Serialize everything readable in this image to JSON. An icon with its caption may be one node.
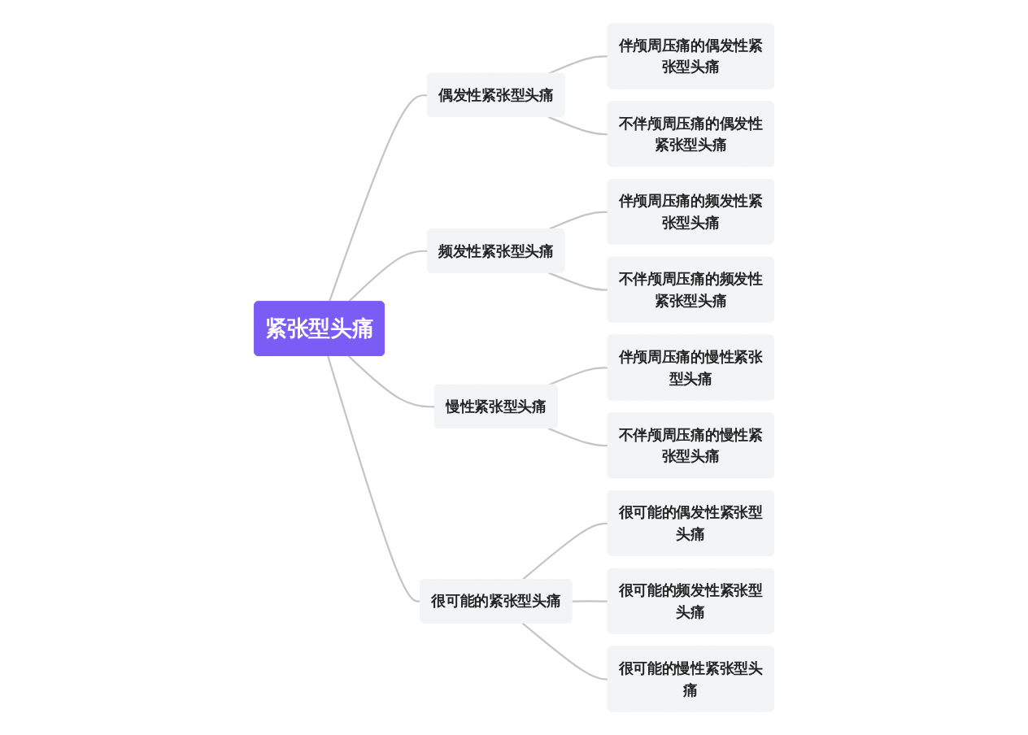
{
  "diagram": {
    "nodes": [
      {
        "text": [
          "紧张型头痛"
        ]
      },
      {
        "text": [
          "偶发性紧张型头痛"
        ]
      },
      {
        "text": [
          "伴颅周压痛的偶发性紧张型头痛"
        ]
      },
      {
        "text": [
          "不伴颅周压痛的偶发性紧张型头痛"
        ]
      },
      {
        "text": [
          "频发性紧张型头痛"
        ]
      },
      {
        "text": [
          "伴颅周压痛的频发性紧张型头痛"
        ]
      },
      {
        "text": [
          "不伴颅周压痛的频发性紧张型头痛"
        ]
      },
      {
        "text": [
          "慢性紧张型头痛"
        ]
      },
      {
        "text": [
          "伴颅周压痛的慢性紧张型头痛"
        ]
      },
      {
        "text": [
          "不伴颅周压痛的慢性紧张型头痛"
        ]
      },
      {
        "text": [
          "很可能的紧张型头痛"
        ]
      },
      {
        "text": [
          "很可能的偶发性紧张型头痛"
        ]
      },
      {
        "text": [
          "很可能的频发性紧张型头痛"
        ]
      },
      {
        "text": [
          "很可能的慢性紧张型头痛"
        ]
      }
    ],
    "edges": [
      {
        "from": 0,
        "to": 1,
        "arrow": "none"
      },
      {
        "from": 1,
        "to": 2,
        "arrow": "none"
      },
      {
        "from": 1,
        "to": 3,
        "arrow": "none"
      },
      {
        "from": 0,
        "to": 4,
        "arrow": "none"
      },
      {
        "from": 4,
        "to": 5,
        "arrow": "none"
      },
      {
        "from": 4,
        "to": 6,
        "arrow": "none"
      },
      {
        "from": 0,
        "to": 7,
        "arrow": "none"
      },
      {
        "from": 7,
        "to": 8,
        "arrow": "none"
      },
      {
        "from": 7,
        "to": 9,
        "arrow": "none"
      },
      {
        "from": 0,
        "to": 10,
        "arrow": "none"
      },
      {
        "from": 10,
        "to": 11,
        "arrow": "none"
      },
      {
        "from": 10,
        "to": 12,
        "arrow": "none"
      },
      {
        "from": 10,
        "to": 13,
        "arrow": "none"
      }
    ]
  }
}
